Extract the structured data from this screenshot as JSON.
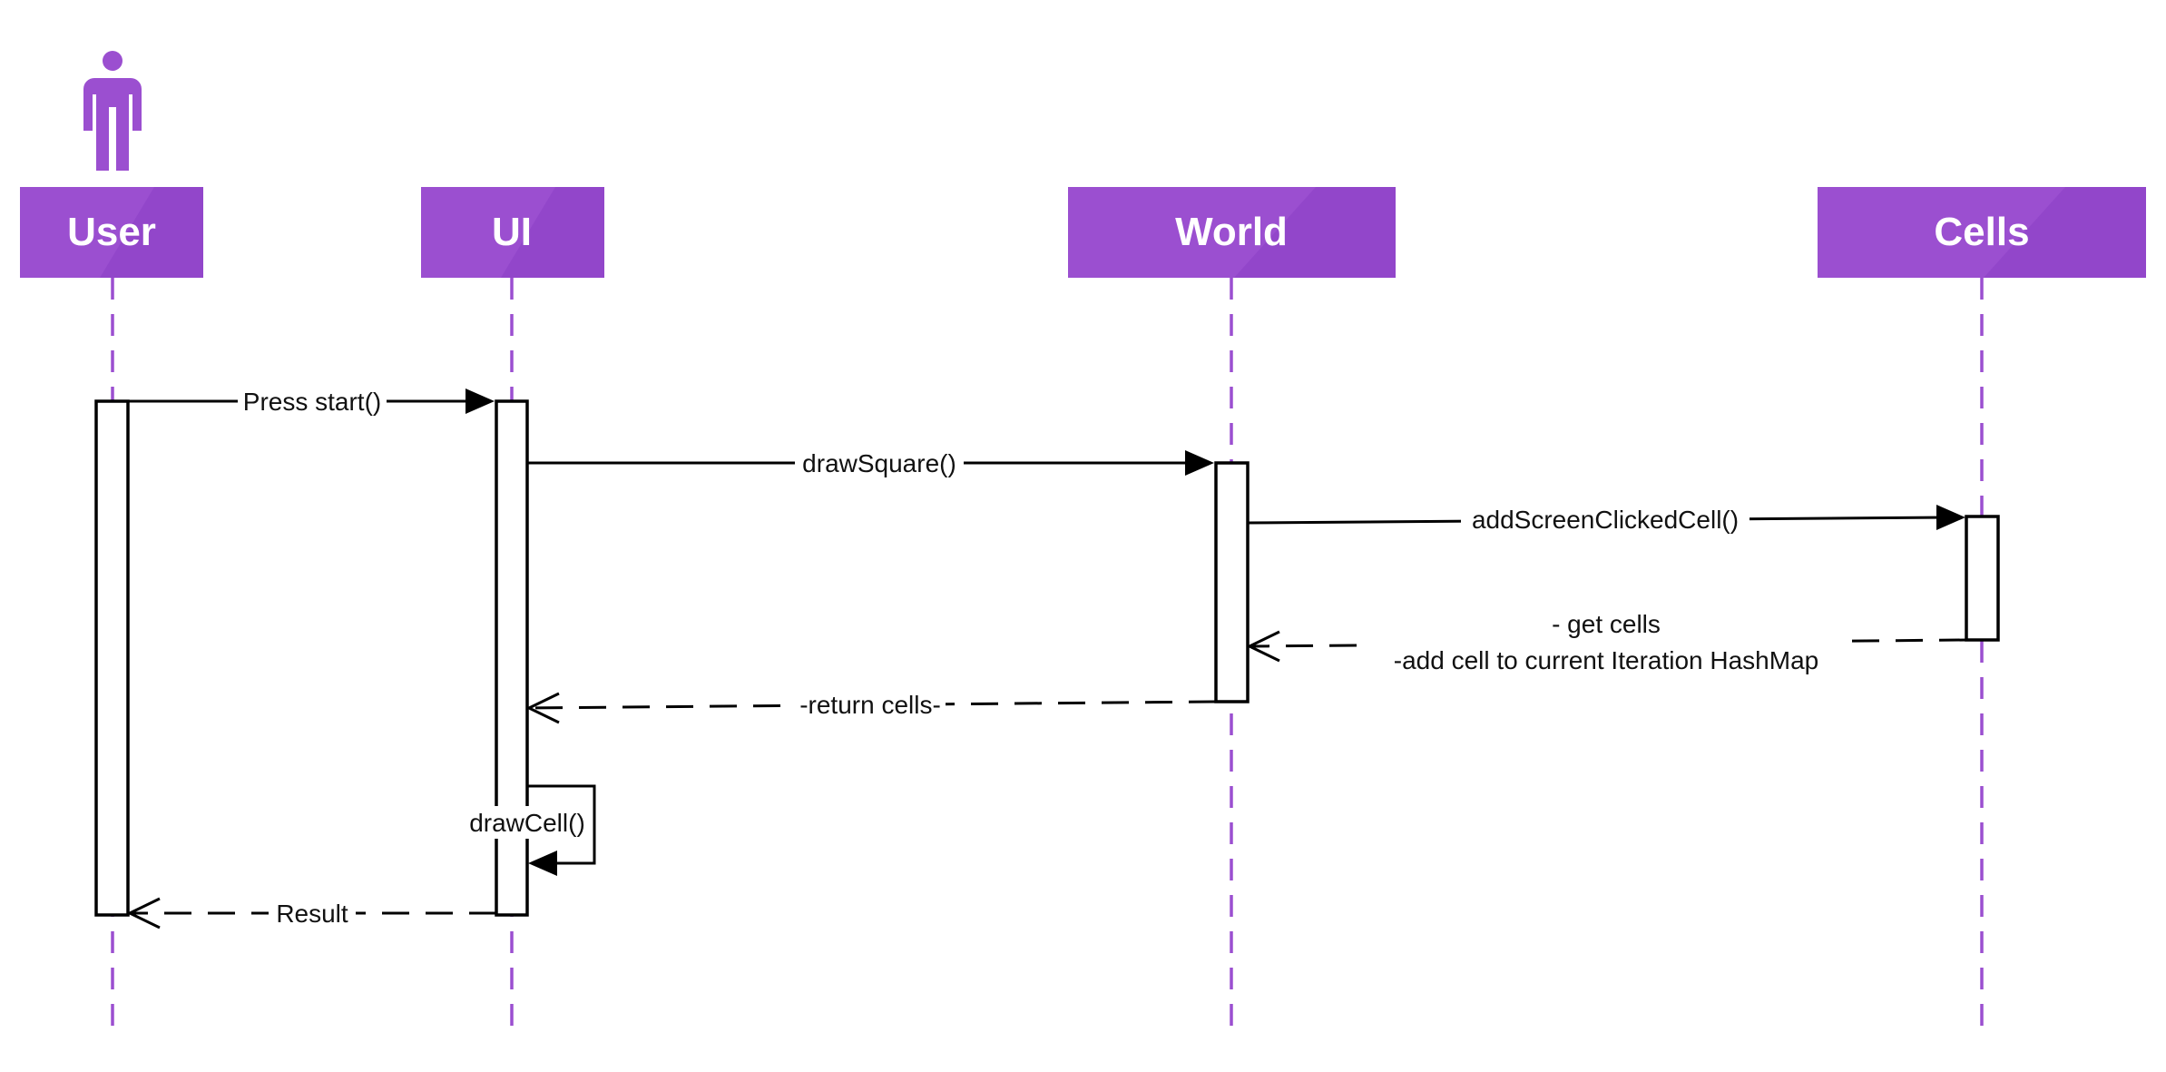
{
  "colors": {
    "participant_fill": "#9b4fd0",
    "participant_fill_dark": "#8b3fc4",
    "lifeline": "#9b4fd0",
    "line": "#000000"
  },
  "actor": {
    "icon": "stick-person-icon",
    "participant": "User"
  },
  "participants": [
    {
      "id": "user",
      "label": "User"
    },
    {
      "id": "ui",
      "label": "UI"
    },
    {
      "id": "world",
      "label": "World"
    },
    {
      "id": "cells",
      "label": "Cells"
    }
  ],
  "messages": [
    {
      "id": "press-start",
      "from": "User",
      "to": "UI",
      "kind": "sync",
      "label": "Press start()"
    },
    {
      "id": "draw-square",
      "from": "UI",
      "to": "World",
      "kind": "sync",
      "label": "drawSquare()"
    },
    {
      "id": "add-screen-clicked-cell",
      "from": "World",
      "to": "Cells",
      "kind": "sync",
      "label": "addScreenClickedCell()"
    },
    {
      "id": "get-cells",
      "from": "Cells",
      "to": "World",
      "kind": "return",
      "label_lines": [
        "- get cells",
        "-add cell to current Iteration HashMap"
      ]
    },
    {
      "id": "return-cells",
      "from": "World",
      "to": "UI",
      "kind": "return",
      "label": "-return cells-"
    },
    {
      "id": "draw-cell",
      "from": "UI",
      "to": "UI",
      "kind": "self",
      "label": "drawCell()"
    },
    {
      "id": "result",
      "from": "UI",
      "to": "User",
      "kind": "return",
      "label": "Result"
    }
  ]
}
